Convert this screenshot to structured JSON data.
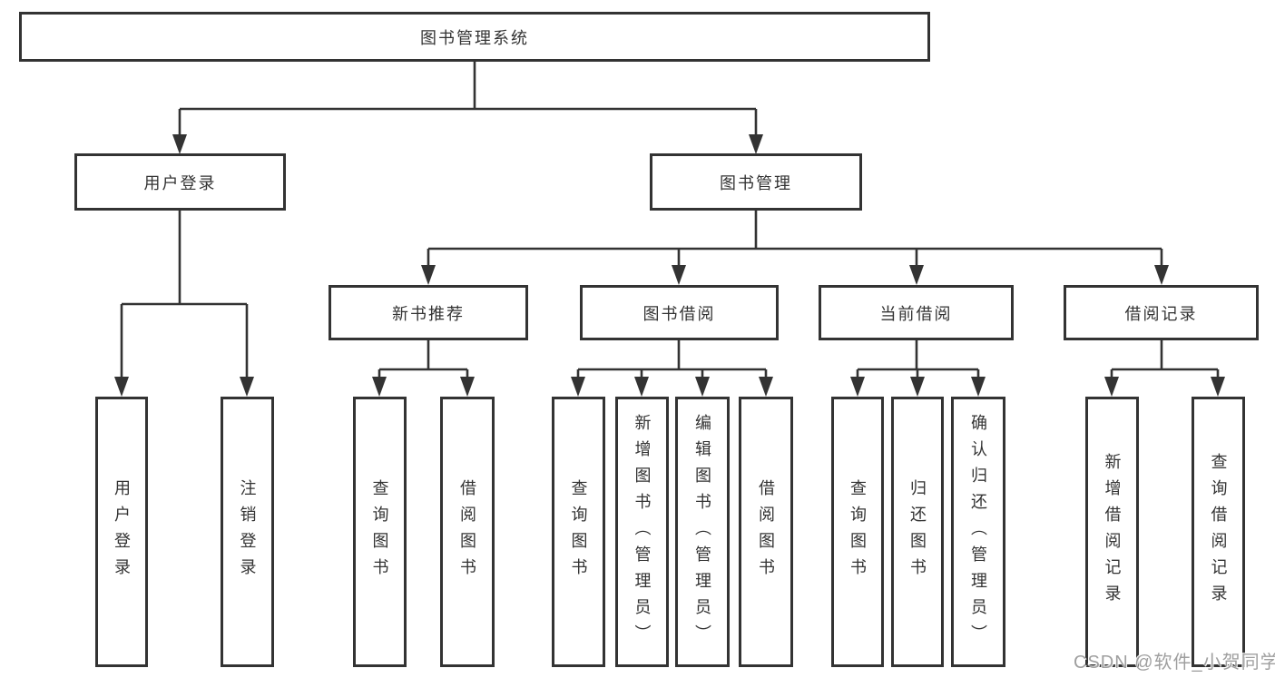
{
  "diagram": {
    "background": "#ffffff",
    "line_color": "#333333",
    "text_color": "#333333",
    "watermark_color": "#9f9f9f",
    "nodes": {
      "root": {
        "label": "图书管理系统"
      },
      "user_login": {
        "label": "用户登录"
      },
      "book_mgmt": {
        "label": "图书管理"
      },
      "new_book_rec": {
        "label": "新书推荐"
      },
      "book_borrow": {
        "label": "图书借阅"
      },
      "current_borrow": {
        "label": "当前借阅"
      },
      "borrow_records": {
        "label": "借阅记录"
      },
      "leaf_user_login": {
        "label": "用户登录"
      },
      "leaf_logout": {
        "label": "注销登录"
      },
      "leaf_newrec_query_books": {
        "label": "查询图书"
      },
      "leaf_newrec_borrow_books": {
        "label": "借阅图书"
      },
      "leaf_borrow_query_books": {
        "label": "查询图书"
      },
      "leaf_borrow_add_books": {
        "label": "新增图书（管理员）"
      },
      "leaf_borrow_edit_books": {
        "label": "编辑图书（管理员）"
      },
      "leaf_borrow_borrow_books": {
        "label": "借阅图书"
      },
      "leaf_current_query_books": {
        "label": "查询图书"
      },
      "leaf_current_return_books": {
        "label": "归还图书"
      },
      "leaf_current_confirm_return": {
        "label": "确认归还（管理员）"
      },
      "leaf_records_add_record": {
        "label": "新增借阅记录"
      },
      "leaf_records_query_record": {
        "label": "查询借阅记录"
      }
    },
    "watermark": "CSDN @软件_小贺同学"
  }
}
